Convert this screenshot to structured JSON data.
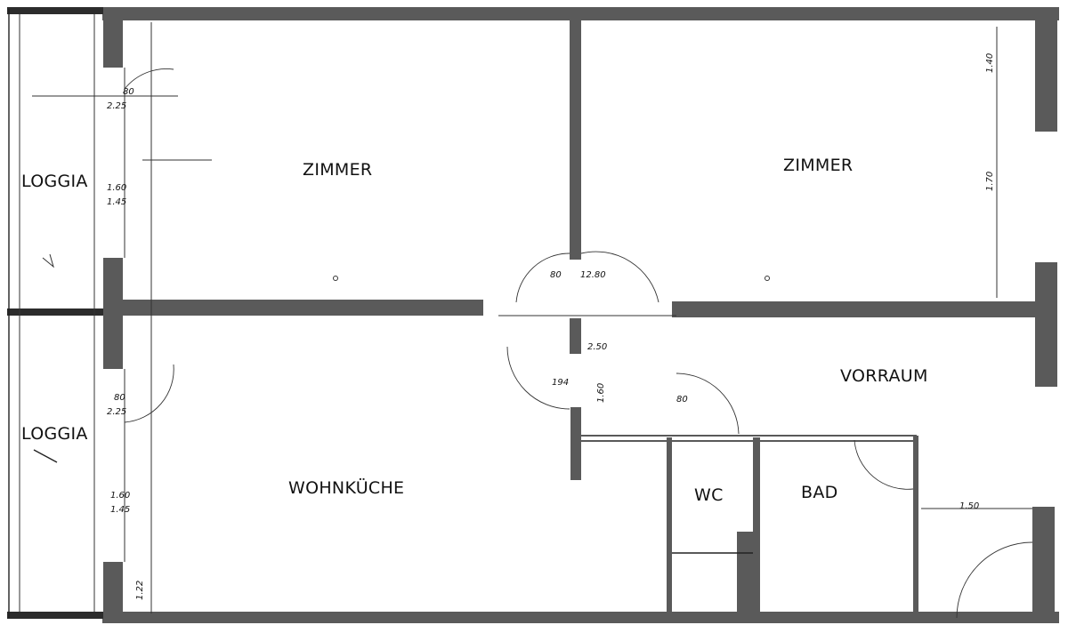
{
  "rooms": {
    "zimmer_left": "ZIMMER",
    "zimmer_right": "ZIMMER",
    "loggia_top": "LOGGIA",
    "loggia_bottom": "LOGGIA",
    "vorraum": "VORRAUM",
    "wohnkueche": "WOHNKÜCHE",
    "wc": "WC",
    "bad": "BAD"
  },
  "dimensions": {
    "d_80_top": "80",
    "d_225_top": "2.25",
    "d_160_top": "1.60",
    "d_145_top": "1.45",
    "d_80_bottom": "80",
    "d_225_bottom": "2.25",
    "d_160_bottom": "1.60",
    "d_145_bottom": "1.45",
    "d_80_center": "80",
    "d_1280": "12.80",
    "d_250": "2.50",
    "d_194": "194",
    "d_80_wc": "80",
    "d_150": "1.50",
    "d_140": "1.40",
    "d_170": "1.70",
    "d_160_center": "1.60",
    "d_122": "1.22"
  }
}
